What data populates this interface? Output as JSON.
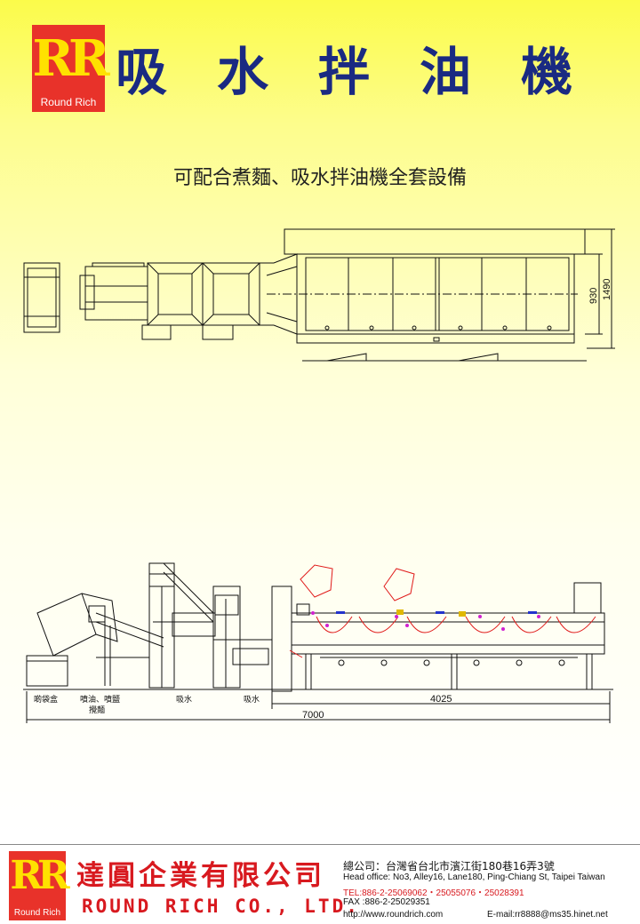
{
  "brand": {
    "logo_mark": "RR",
    "logo_text": "Round Rich",
    "logo_bg": "#e8322a",
    "logo_mark_color": "#ffe100"
  },
  "header": {
    "title": "吸水拌油機",
    "subtitle": "可配合煮麵、吸水拌油機全套設備",
    "title_color": "#1a2a82"
  },
  "drawing_top": {
    "dim_outer": "1490",
    "dim_inner": "930"
  },
  "drawing_bottom": {
    "labels": {
      "l1": "啲袋盒",
      "l2": "噴油、噴鹽",
      "l3": "攪麵",
      "l4": "吸水",
      "l5": "吸水"
    },
    "dim_sub": "4025",
    "dim_total": "7000"
  },
  "footer": {
    "company_zh": "達圓企業有限公司",
    "company_en": "ROUND RICH CO., LTD.",
    "address_zh": "總公司：台灣省台北市濱江街180巷16弄3號",
    "address_en": "Head office: No3, Alley16, Lane180, Ping-Chiang St, Taipei Taiwan",
    "tel": "TEL:886-2-25069062・25055076・25028391",
    "fax": "FAX :886-2-25029351",
    "web": "http://www.roundrich.com",
    "email": "E-mail:rr8888@ms35.hinet.net",
    "accent": "#d8191f"
  }
}
